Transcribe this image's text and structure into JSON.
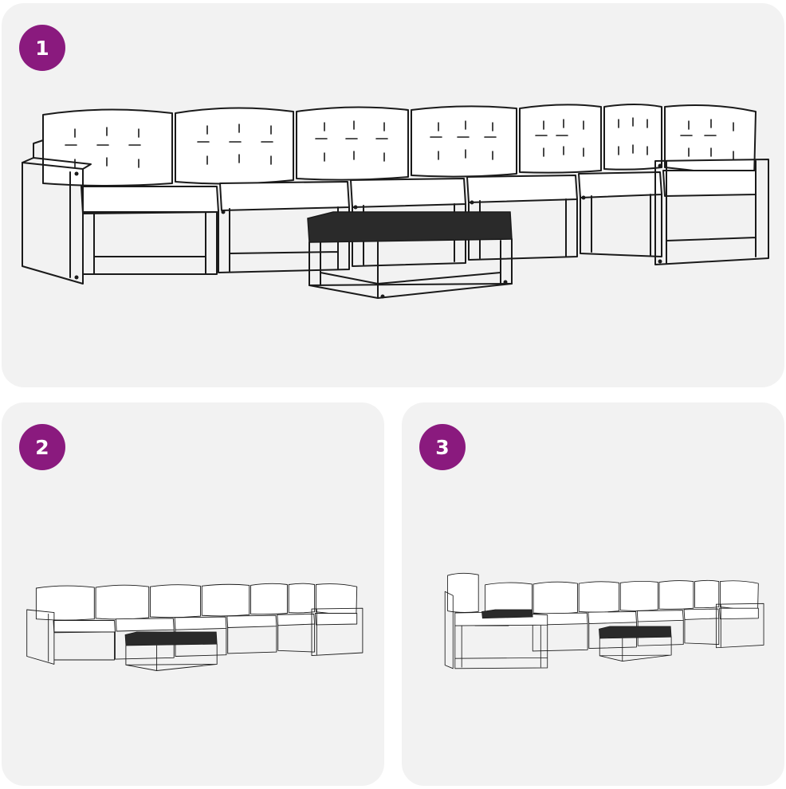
{
  "panels": [
    {
      "step": "1"
    },
    {
      "step": "2"
    },
    {
      "step": "3"
    }
  ],
  "colors": {
    "badge": "#8a1a7e",
    "panel_bg": "#f2f2f2",
    "line": "#1a1a1a"
  }
}
